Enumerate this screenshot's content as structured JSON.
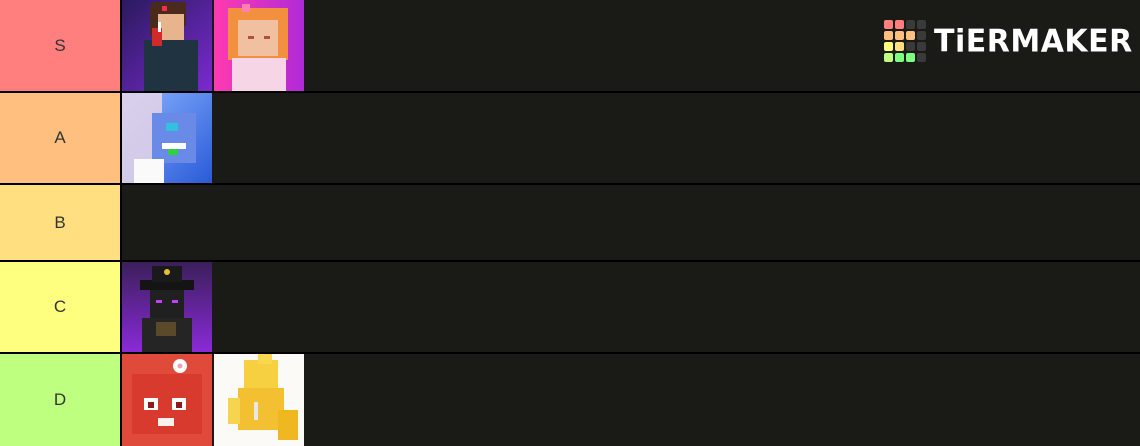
{
  "branding": {
    "logo_text": "TiERMAKER",
    "grid_colors": [
      "#ff7f7f",
      "#ff7f7f",
      "#3a3a3a",
      "#3a3a3a",
      "#ffbf7f",
      "#ffbf7f",
      "#ffbf7f",
      "#3a3a3a",
      "#ffff7f",
      "#ffdf7f",
      "#3a3a3a",
      "#3a3a3a",
      "#bfff7f",
      "#7fff7f",
      "#7fff7f",
      "#3a3a3a"
    ]
  },
  "tiers": [
    {
      "label": "S",
      "color": "#ff7f7f",
      "items": [
        "character-girl-drinking",
        "character-orange-hair-girl"
      ]
    },
    {
      "label": "A",
      "color": "#ffbf7f",
      "items": [
        "character-blue-creature"
      ]
    },
    {
      "label": "B",
      "color": "#ffdf7f",
      "items": []
    },
    {
      "label": "C",
      "color": "#ffff7f",
      "items": [
        "character-dark-witch"
      ]
    },
    {
      "label": "D",
      "color": "#bfff7f",
      "items": [
        "character-red-flower-creature",
        "character-yellow-golden-figure"
      ]
    }
  ]
}
